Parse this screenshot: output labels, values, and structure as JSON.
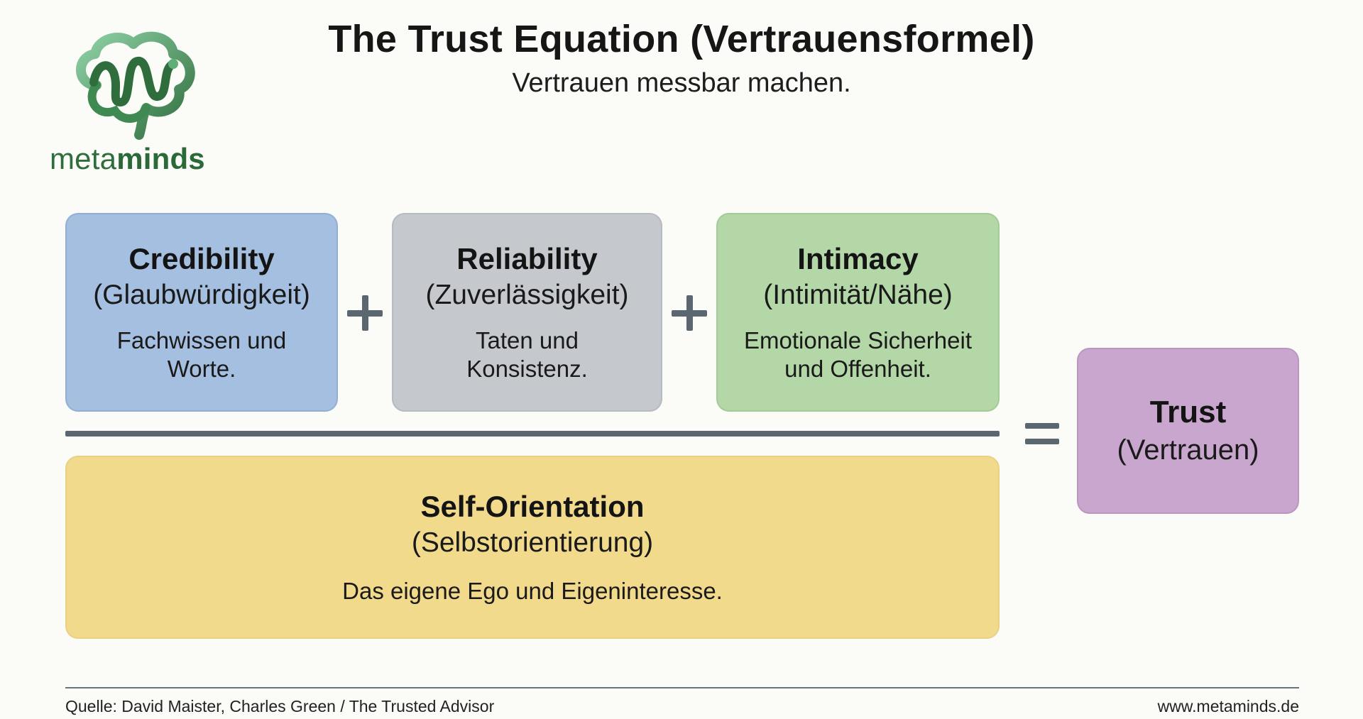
{
  "header": {
    "title": "The Trust Equation (Vertrauensformel)",
    "subtitle": "Vertrauen messbar machen."
  },
  "logo": {
    "icon": "brain-icon",
    "word_light": "meta",
    "word_bold": "minds",
    "color_primary": "#2f6e3c",
    "color_secondary": "#7cc29a"
  },
  "equation": {
    "numerator": [
      {
        "name": "Credibility",
        "translation": "(Glaubwürdigkeit)",
        "description": "Fachwissen und Worte.",
        "color": "#a4bfdf"
      },
      {
        "name": "Reliability",
        "translation": "(Zuverlässigkeit)",
        "description": "Taten und Konsistenz.",
        "color": "#c5c9ce"
      },
      {
        "name": "Intimacy",
        "translation": "(Intimität/Nähe)",
        "description": "Emotionale Sicherheit und Offenheit.",
        "color": "#b3d7a6"
      }
    ],
    "denominator": {
      "name": "Self-Orientation",
      "translation": "(Selbstorientierung)",
      "description": "Das eigene Ego und Eigeninteresse.",
      "color": "#f2da8c"
    },
    "result": {
      "name": "Trust",
      "translation": "(Vertrauen)",
      "color": "#c9a6cd"
    },
    "operator_color": "#5a6670"
  },
  "footer": {
    "source": "Quelle: David Maister, Charles Green / The Trusted Advisor",
    "url": "www.metaminds.de"
  }
}
